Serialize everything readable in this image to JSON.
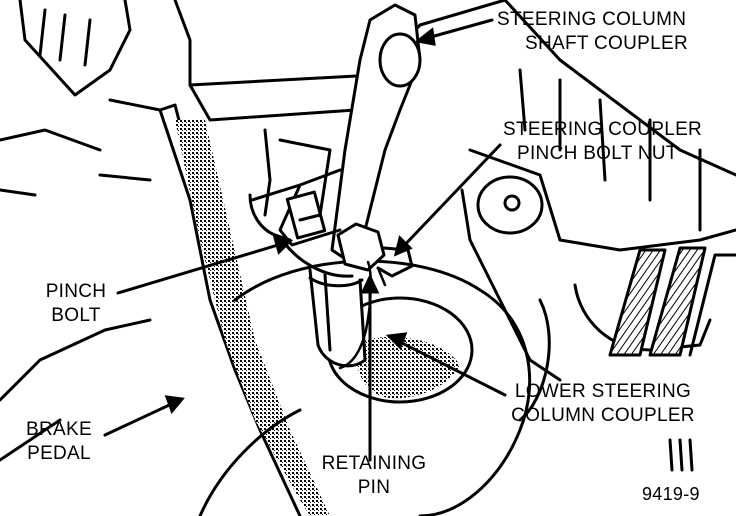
{
  "labels": {
    "shaft_coupler": [
      "STEERING COLUMN",
      "SHAFT COUPLER"
    ],
    "pinch_bolt_nut": [
      "STEERING COUPLER",
      "PINCH BOLT NUT"
    ],
    "pinch_bolt": [
      "PINCH",
      "BOLT"
    ],
    "brake_pedal": [
      "BRAKE",
      "PEDAL"
    ],
    "retaining_pin": [
      "RETAINING",
      "PIN"
    ],
    "lower_coupler": [
      "LOWER STEERING",
      "COLUMN COUPLER"
    ]
  },
  "figure_number": "9419-9",
  "colors": {
    "ink": "#000000",
    "paper": "#ffffff",
    "shade": "#8a8a8a"
  }
}
